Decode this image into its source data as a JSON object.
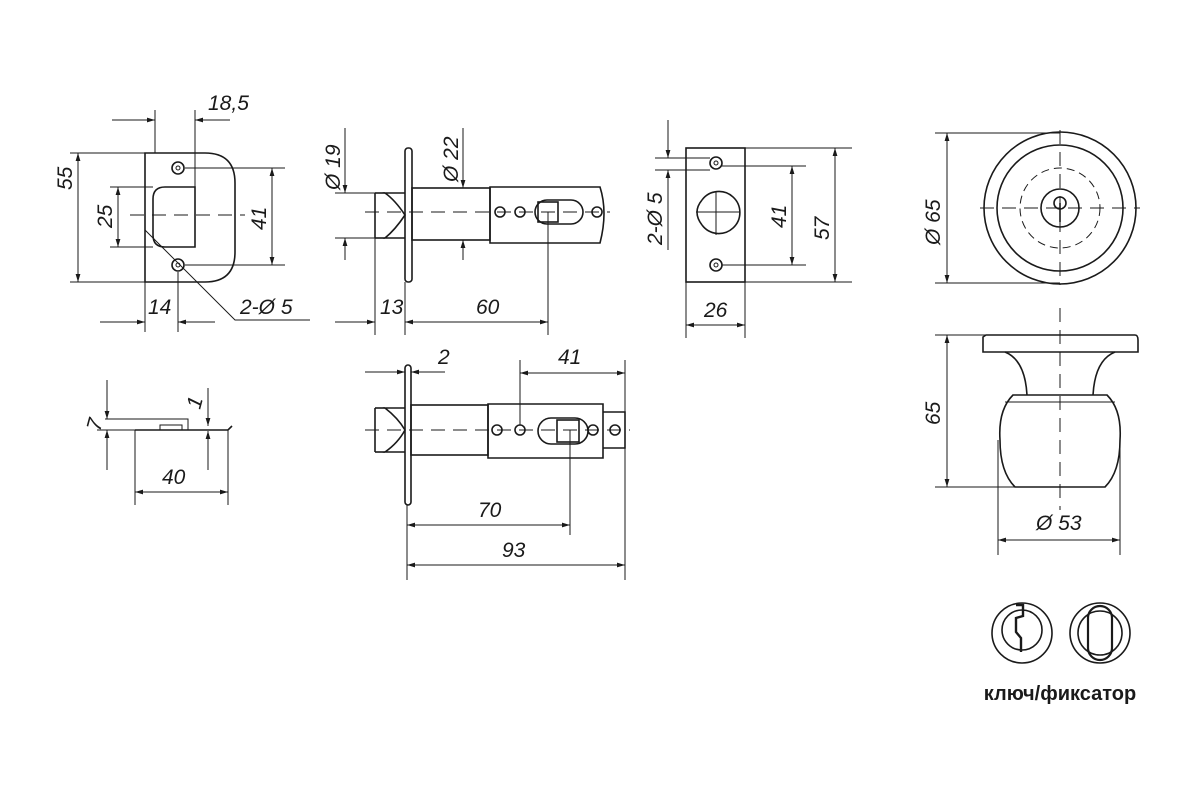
{
  "strike_plate": {
    "height": "55",
    "opening": "25",
    "hole_spacing": "41",
    "offset": "18,5",
    "width": "14",
    "holes": "2-Ø 5"
  },
  "latch_top": {
    "bolt_dia": "Ø 19",
    "tube_dia": "Ø 22",
    "bolt_len": "13",
    "backset": "60"
  },
  "faceplate": {
    "holes": "2-Ø 5",
    "hole_spacing": "41",
    "height": "57",
    "width": "26"
  },
  "knob_front": {
    "diameter": "Ø 65"
  },
  "knob_side": {
    "height": "65",
    "diameter": "Ø 53"
  },
  "strike_side": {
    "height": "7",
    "thickness": "1",
    "length": "40"
  },
  "latch_extended": {
    "plate": "2",
    "slot": "41",
    "backset": "70",
    "total": "93"
  },
  "legend": {
    "caption": "ключ/фиксатор"
  }
}
